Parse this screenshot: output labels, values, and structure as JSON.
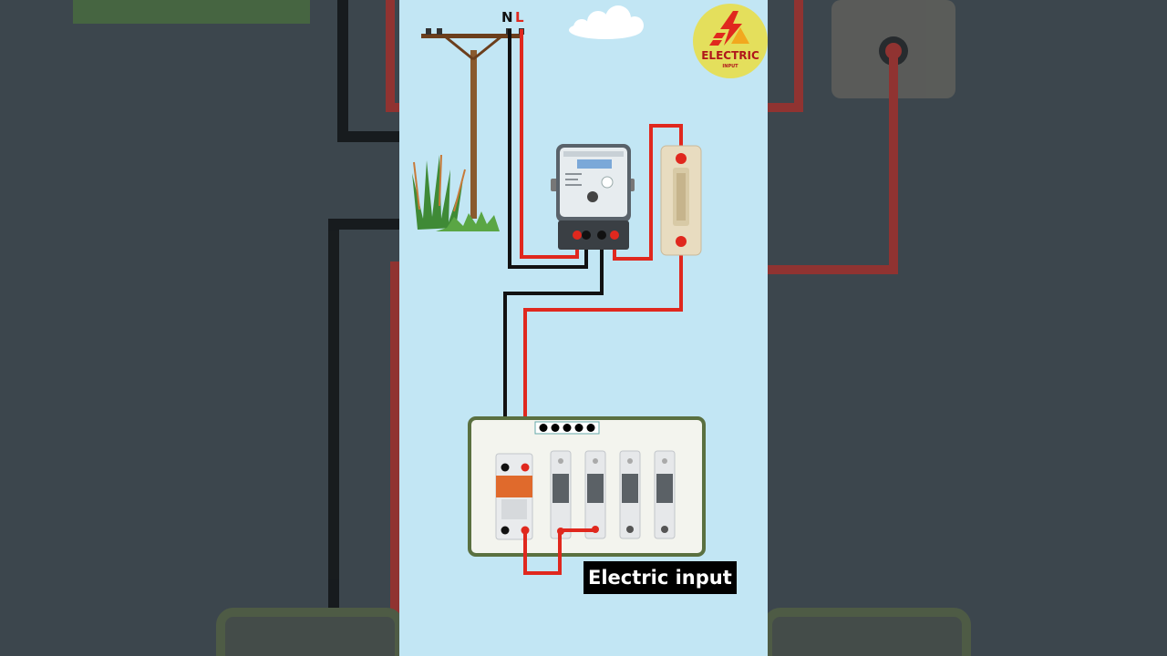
{
  "labels": {
    "neutral": "N",
    "live": "L"
  },
  "logo": {
    "title": "ELECTRIC",
    "subtitle": "INPUT"
  },
  "caption": "Electric input",
  "colors": {
    "sky": "#c2e6f4",
    "live_wire": "#e0281e",
    "neutral_wire": "#111111",
    "mcb_handle": "#e06a2c",
    "logo_bg": "#e4df5c",
    "db_border": "#5a7040"
  },
  "icons": [
    "electric-pole-icon",
    "cloud-icon",
    "grass-icon",
    "lightning-logo-icon",
    "energy-meter-icon",
    "cutout-fuse-icon",
    "double-pole-mcb-icon",
    "mcb-icon"
  ]
}
